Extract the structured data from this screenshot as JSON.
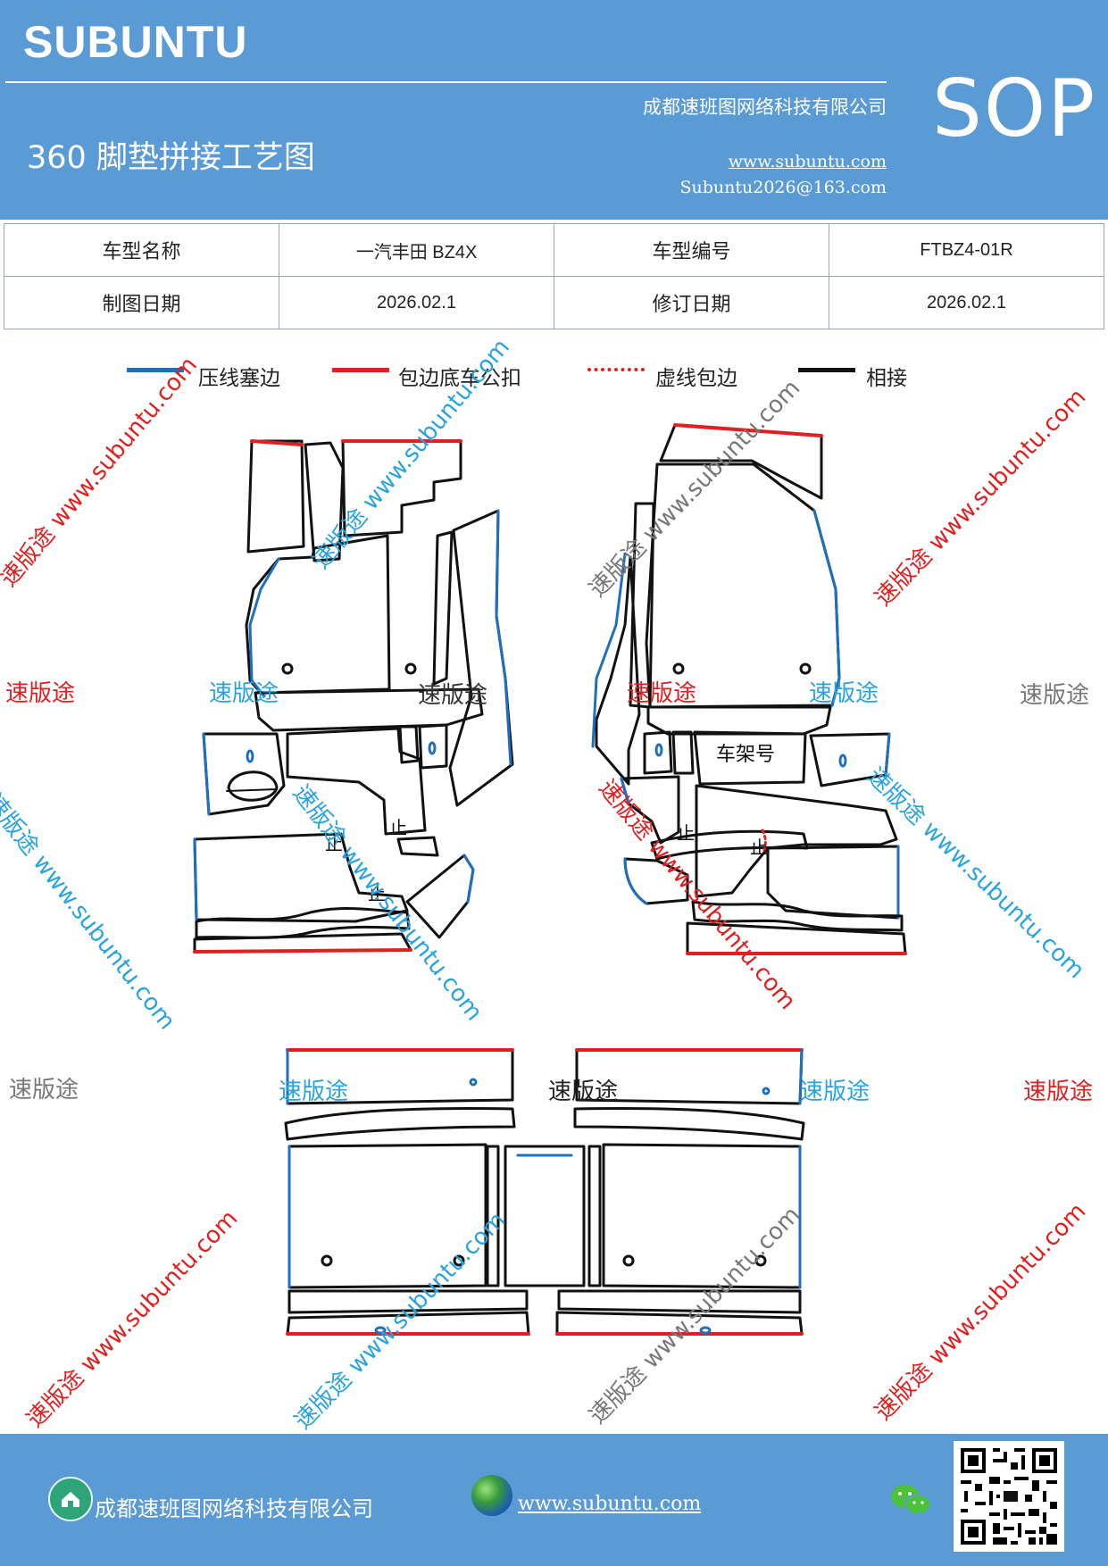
{
  "header": {
    "brand": "SUBUNTU",
    "company": "成都速班图网络科技有限公司",
    "title": "360 脚垫拼接工艺图",
    "website": "www.subuntu.com",
    "email": "Subuntu2026@163.com",
    "sop": "SOP"
  },
  "info_table": {
    "model_name_label": "车型名称",
    "model_name_value": "一汽丰田 BZ4X",
    "model_code_label": "车型编号",
    "model_code_value": "FTBZ4-01R",
    "draw_date_label": "制图日期",
    "draw_date_value": "2026.02.1",
    "revise_date_label": "修订日期",
    "revise_date_value": "2026.02.1"
  },
  "legend": [
    {
      "label": "压线塞边",
      "color": "#1f6fbf",
      "style": "solid"
    },
    {
      "label": "包边底车公扣",
      "color": "#e02020",
      "style": "solid"
    },
    {
      "label": "虚线包边",
      "color": "#e02020",
      "style": "dotted"
    },
    {
      "label": "相接",
      "color": "#111111",
      "style": "solid"
    }
  ],
  "drawing": {
    "stop_mark": "止",
    "frame_label": "车架号"
  },
  "watermark": {
    "brand_cn": "速版途",
    "url_text": "速版途 www.subuntu.com",
    "colors": {
      "red": "#e02020",
      "blue": "#29a3e0",
      "gray": "#777777"
    }
  },
  "footer": {
    "company": "成都速班图网络科技有限公司",
    "website": "www.subuntu.com",
    "icons": [
      "home-icon",
      "globe-icon",
      "wechat-icon",
      "qr-code"
    ]
  }
}
